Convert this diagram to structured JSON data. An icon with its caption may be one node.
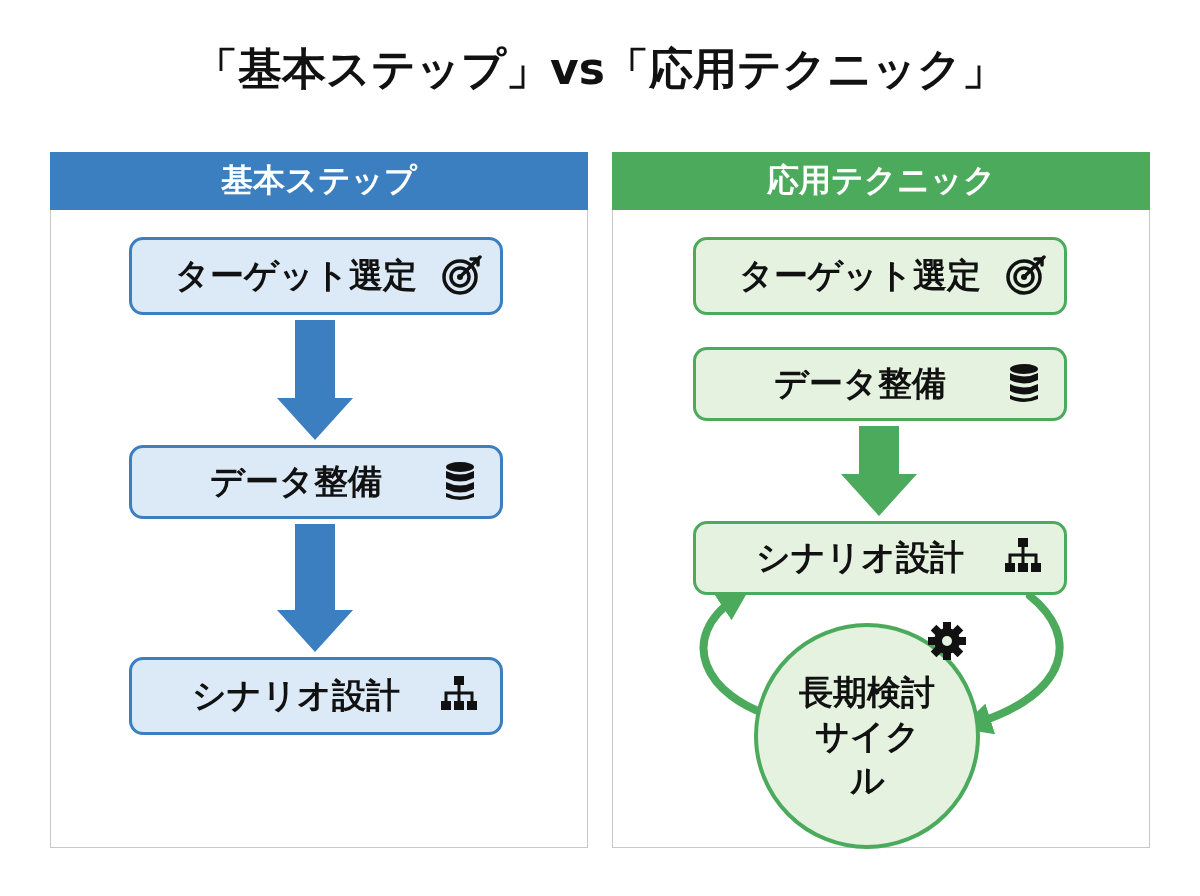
{
  "diagram": {
    "title": "「基本ステップ」vs「応用テクニック」",
    "nodes": [
      {
        "text": [
          "基本ステップ"
        ]
      },
      {
        "text": [
          "ターゲット選定"
        ],
        "in": 0
      },
      {
        "text": [
          "データ整備"
        ],
        "in": 0
      },
      {
        "text": [
          "シナリオ設計"
        ],
        "in": 0
      },
      {
        "text": [
          "応用テクニック"
        ]
      },
      {
        "text": [
          "ターゲット選定"
        ],
        "in": 4
      },
      {
        "text": [
          "データ整備"
        ],
        "in": 4
      },
      {
        "text": [
          "シナリオ設計"
        ],
        "in": 4
      },
      {
        "text": [
          "長期検討サイクル"
        ],
        "in": 4
      }
    ],
    "edges": [
      {
        "from": 1,
        "to": 2,
        "arrow": "to",
        "style": "thick",
        "color": "#3b7fc1"
      },
      {
        "from": 2,
        "to": 3,
        "arrow": "to",
        "style": "thick",
        "color": "#3b7fc1"
      },
      {
        "from": 6,
        "to": 7,
        "arrow": "to",
        "style": "thick"
      },
      {
        "from": 7,
        "to": 8,
        "arrow": "to"
      },
      {
        "from": 8,
        "to": 7,
        "arrow": "to"
      }
    ]
  }
}
